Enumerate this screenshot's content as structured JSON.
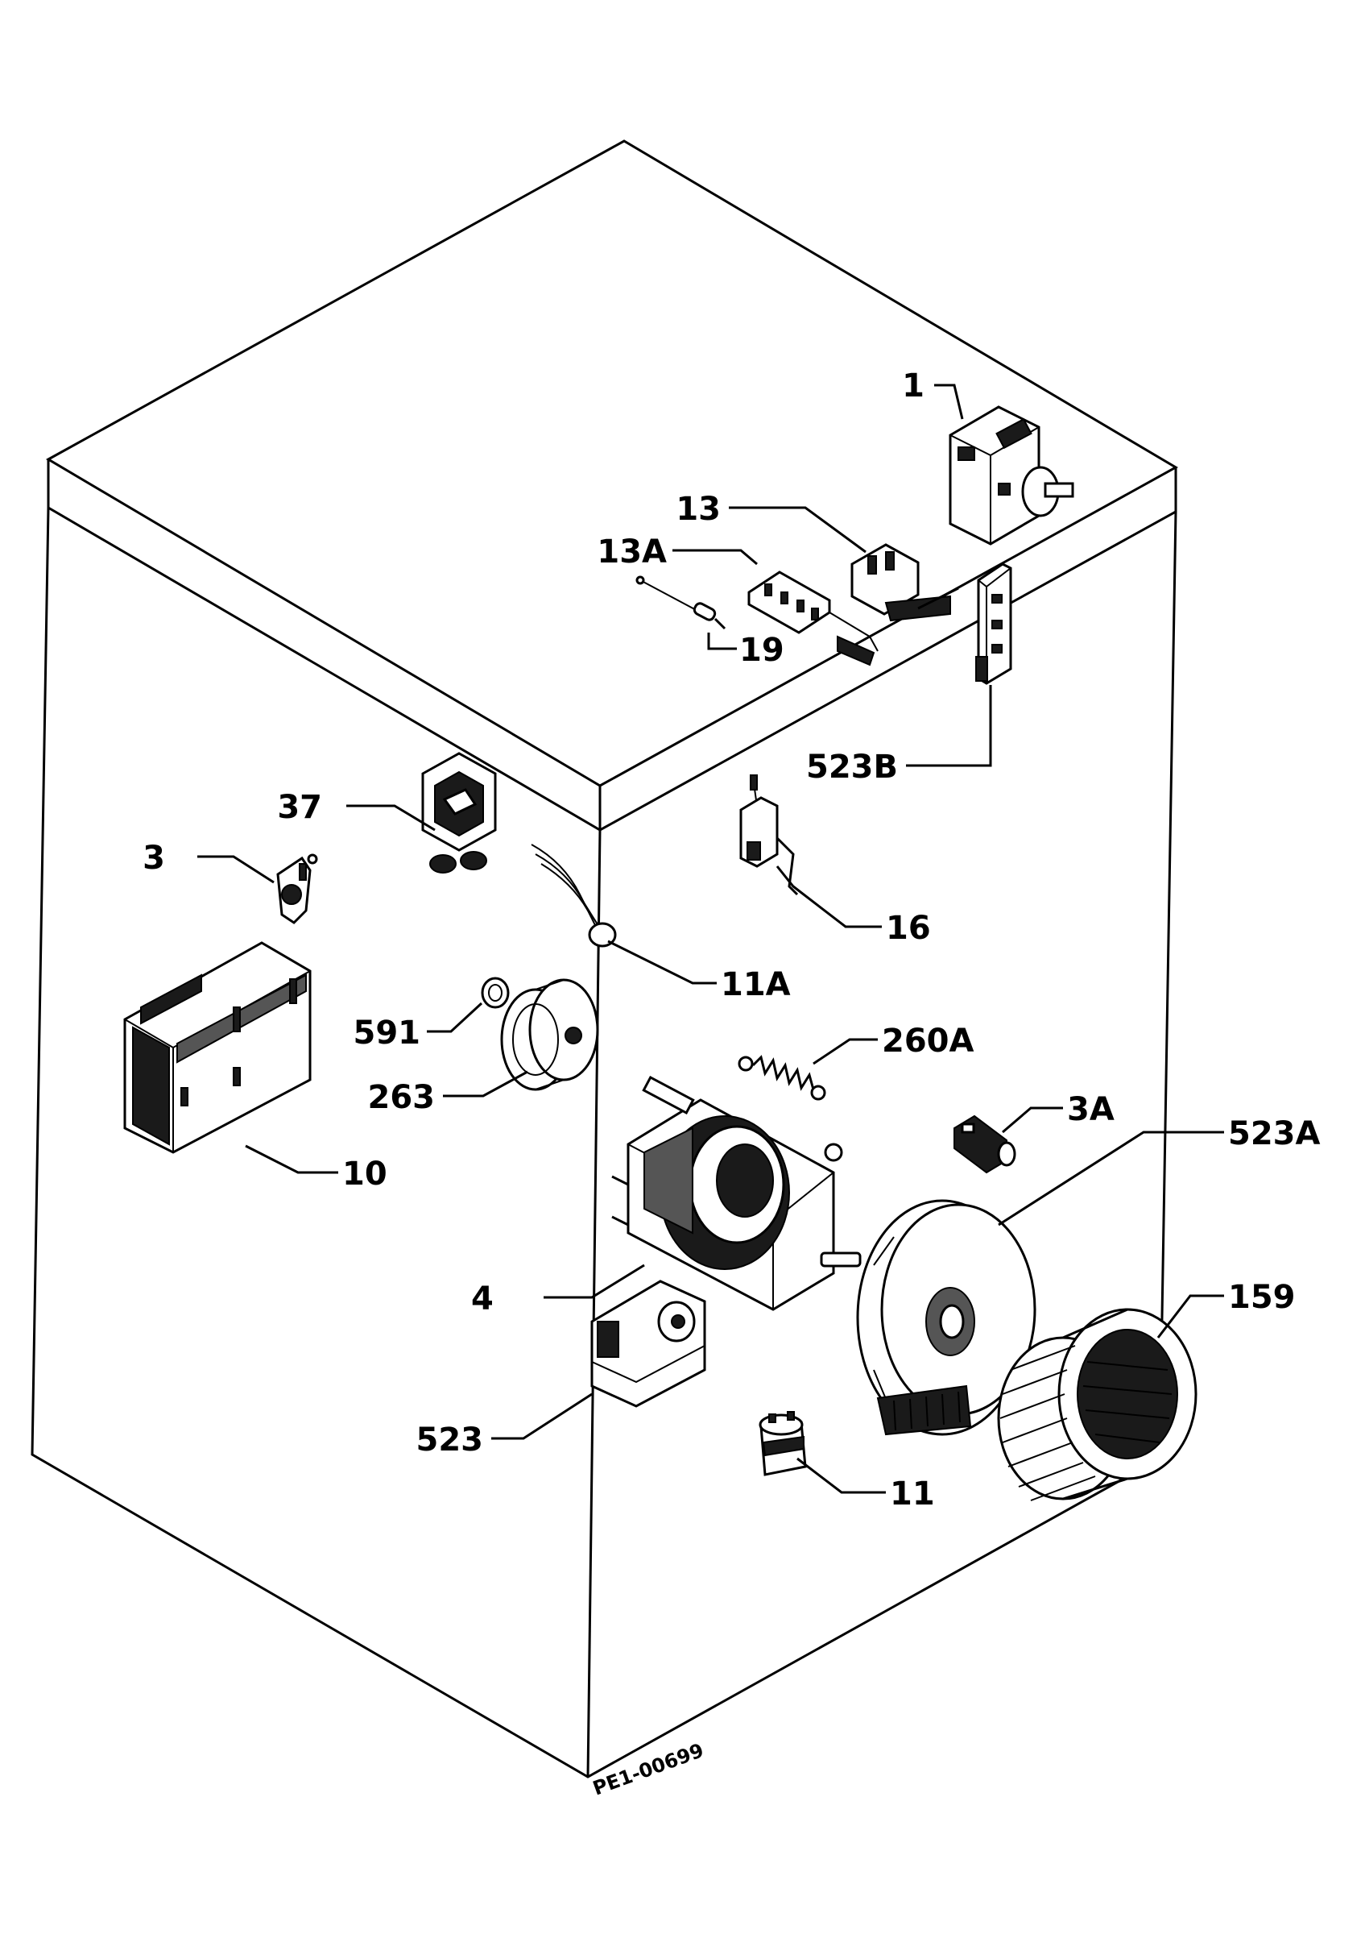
{
  "diagram": {
    "drawing_code": "PE1-00699",
    "parts": [
      {
        "id": "1",
        "label": "1",
        "component_icon": "selector-switch-icon"
      },
      {
        "id": "13",
        "label": "13",
        "component_icon": "switch-block-icon"
      },
      {
        "id": "13A",
        "label": "13A",
        "component_icon": "terminal-block-icon"
      },
      {
        "id": "19",
        "label": "19",
        "component_icon": "indicator-lamp-icon"
      },
      {
        "id": "523B",
        "label": "523B",
        "component_icon": "bracket-icon"
      },
      {
        "id": "37",
        "label": "37",
        "component_icon": "timer-module-icon"
      },
      {
        "id": "3",
        "label": "3",
        "component_icon": "door-latch-icon"
      },
      {
        "id": "11A",
        "label": "11A",
        "component_icon": "suppressor-cable-icon"
      },
      {
        "id": "16",
        "label": "16",
        "component_icon": "microswitch-icon"
      },
      {
        "id": "591",
        "label": "591",
        "component_icon": "ring-icon"
      },
      {
        "id": "263",
        "label": "263",
        "component_icon": "pulley-icon"
      },
      {
        "id": "260A",
        "label": "260A",
        "component_icon": "spring-icon"
      },
      {
        "id": "3A",
        "label": "3A",
        "component_icon": "thermostat-icon"
      },
      {
        "id": "523A",
        "label": "523A",
        "component_icon": "fan-housing-icon"
      },
      {
        "id": "10",
        "label": "10",
        "component_icon": "filter-box-icon"
      },
      {
        "id": "4",
        "label": "4",
        "component_icon": "motor-icon"
      },
      {
        "id": "159",
        "label": "159",
        "component_icon": "blower-wheel-icon"
      },
      {
        "id": "523",
        "label": "523",
        "component_icon": "motor-support-icon"
      },
      {
        "id": "11",
        "label": "11",
        "component_icon": "capacitor-icon"
      }
    ]
  }
}
